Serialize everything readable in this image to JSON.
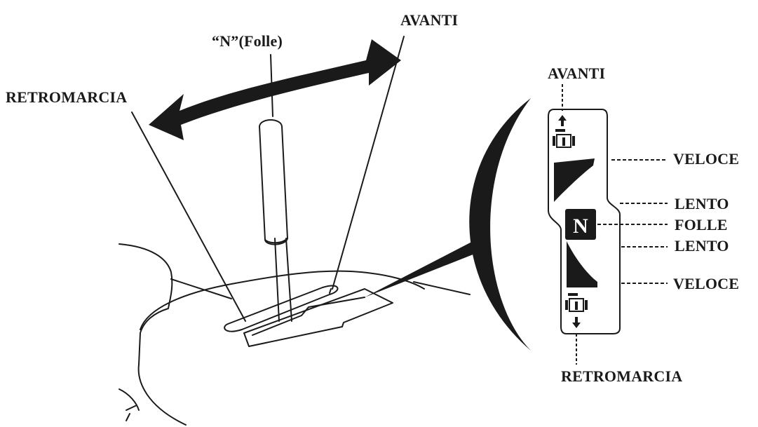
{
  "labels": {
    "forward": "AVANTI",
    "neutral": "“N”(Folle)",
    "reverse": "RETROMARCIA",
    "panel_forward": "AVANTI",
    "panel_reverse": "RETROMARCIA",
    "fast_forward": "VELOCE",
    "slow_forward": "LENTO",
    "neutral_panel": "FOLLE",
    "slow_reverse": "LENTO",
    "fast_reverse": "VELOCE",
    "n_badge": "N"
  },
  "colors": {
    "ink": "#1a1a1a",
    "paper": "#ffffff"
  },
  "icons": [
    "double-arrow-icon",
    "tractor-forward-icon",
    "tractor-reverse-icon",
    "speed-wedge-icon"
  ]
}
